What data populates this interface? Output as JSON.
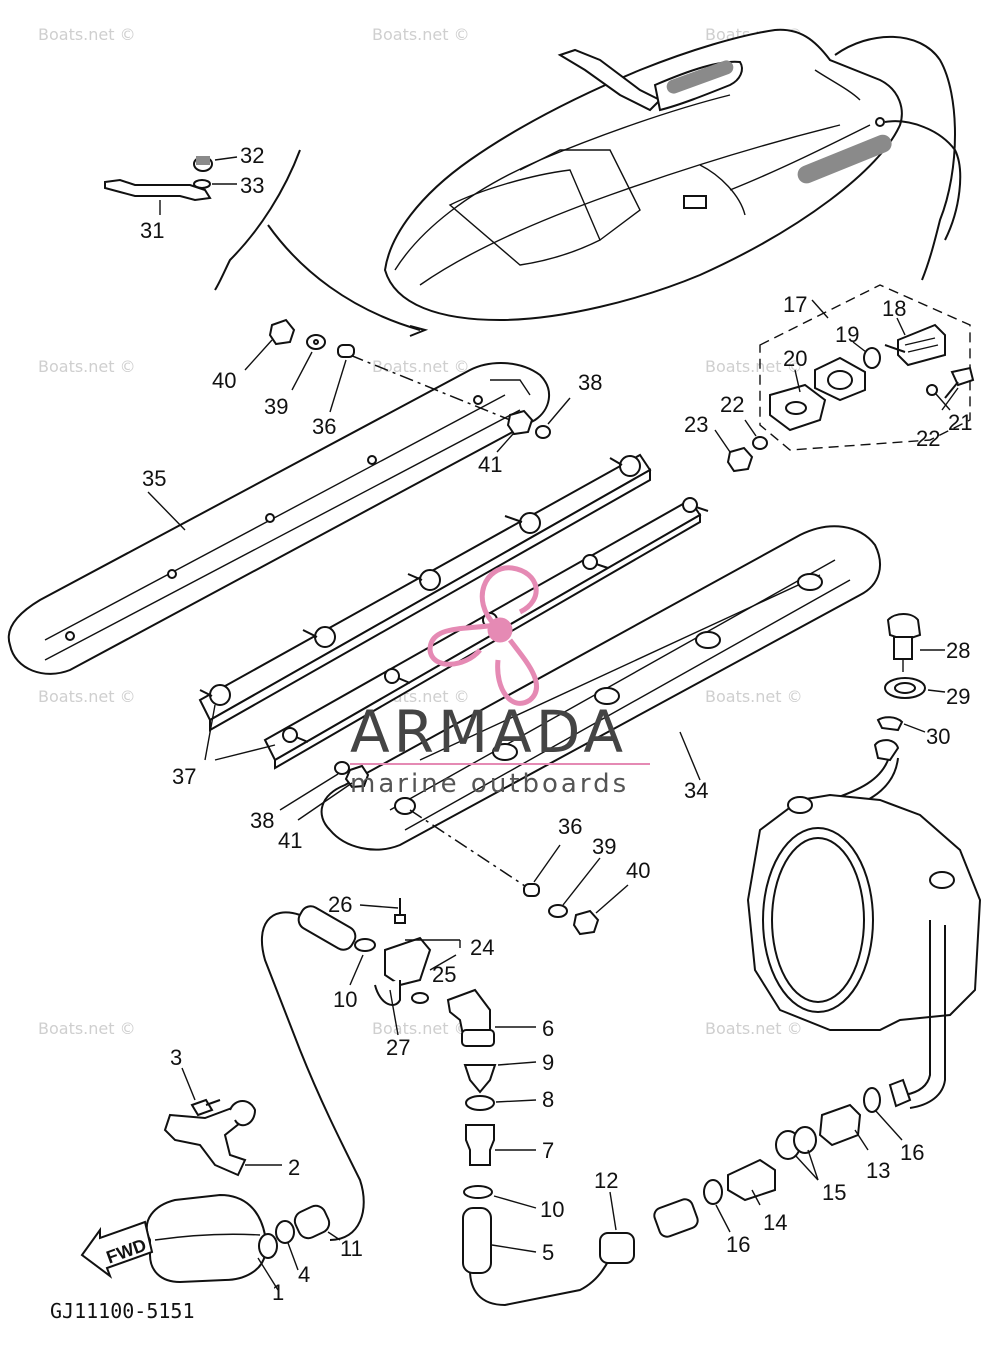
{
  "diagram_code": "GJ11100-5151",
  "fwd_label": "FWD",
  "logo": {
    "name": "ARMADA",
    "tagline": "marine outboards",
    "color": "#e58ab4"
  },
  "watermark": "Boats.net ©",
  "callouts": {
    "c1": "1",
    "c2": "2",
    "c3": "3",
    "c4": "4",
    "c5": "5",
    "c6": "6",
    "c7": "7",
    "c8": "8",
    "c9": "9",
    "c10a": "10",
    "c10b": "10",
    "c11": "11",
    "c12": "12",
    "c13": "13",
    "c14": "14",
    "c15": "15",
    "c16a": "16",
    "c16b": "16",
    "c17": "17",
    "c18": "18",
    "c19": "19",
    "c20": "20",
    "c21": "21",
    "c22a": "22",
    "c22b": "22",
    "c23": "23",
    "c24": "24",
    "c25": "25",
    "c26": "26",
    "c27": "27",
    "c28": "28",
    "c29": "29",
    "c30": "30",
    "c31": "31",
    "c32": "32",
    "c33": "33",
    "c34": "34",
    "c35": "35",
    "c36a": "36",
    "c36b": "36",
    "c37": "37",
    "c38a": "38",
    "c38b": "38",
    "c39a": "39",
    "c39b": "39",
    "c40a": "40",
    "c40b": "40",
    "c41a": "41",
    "c41b": "41"
  }
}
